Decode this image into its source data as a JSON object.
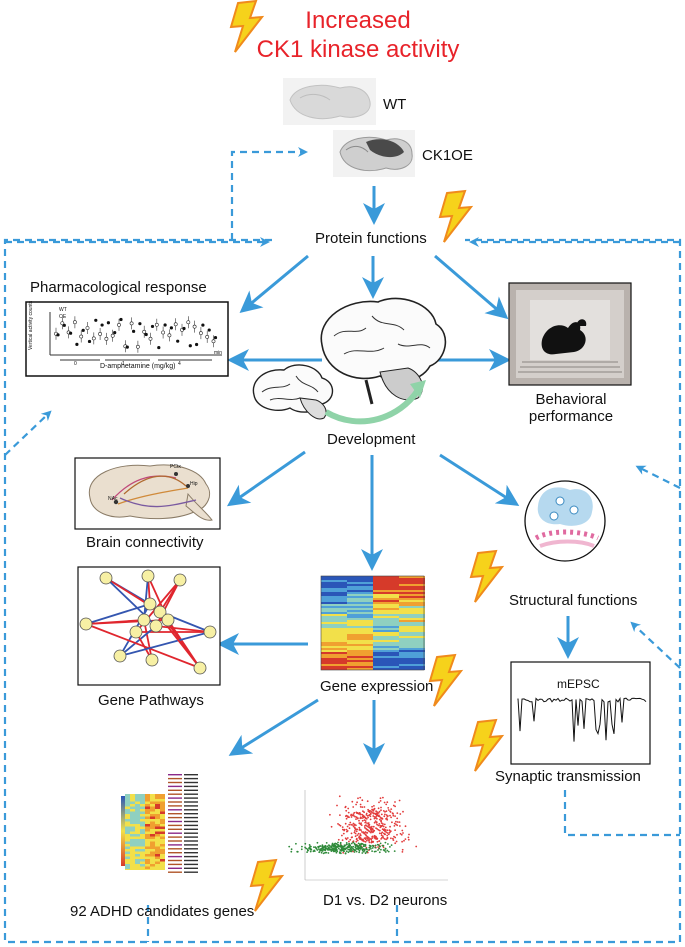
{
  "title": {
    "line1": "Increased",
    "line2": "CK1  kinase  activity"
  },
  "labels": {
    "wt": "WT",
    "ck1oe": "CK1OE",
    "protein_functions": "Protein functions",
    "pharmacological_response": "Pharmacological response",
    "development": "Development",
    "behavioral_performance_1": "Behavioral",
    "behavioral_performance_2": "performance",
    "brain_connectivity": "Brain connectivity",
    "structural_functions": "Structural functions",
    "gene_pathways": "Gene Pathways",
    "gene_expression": "Gene expression",
    "synaptic_transmission": "Synaptic transmission",
    "adhd_candidates": "92 ADHD candidates genes",
    "d1_d2": "D1 vs. D2 neurons"
  },
  "pharm_plot": {
    "ylabel": "Vertical activity counts",
    "xlabel": "D-amphetamine (mg/kg)",
    "legend": [
      "WT",
      "OE"
    ],
    "doses": [
      "0",
      "1",
      "4"
    ],
    "unit": "min"
  },
  "connectivity": {
    "regions": [
      "PCtx",
      "Hip",
      "NAc"
    ]
  },
  "mepsc": {
    "label": "mEPSC"
  },
  "colors": {
    "title": "#e8232a",
    "arrow": "#3a9ad9",
    "dashed": "#3a9ad9",
    "lightning_fill": "#f6d21b",
    "lightning_stroke": "#f08a1c",
    "node_fill": "#f7f0a4",
    "edge_red": "#e0262e",
    "edge_blue": "#3456b0"
  }
}
